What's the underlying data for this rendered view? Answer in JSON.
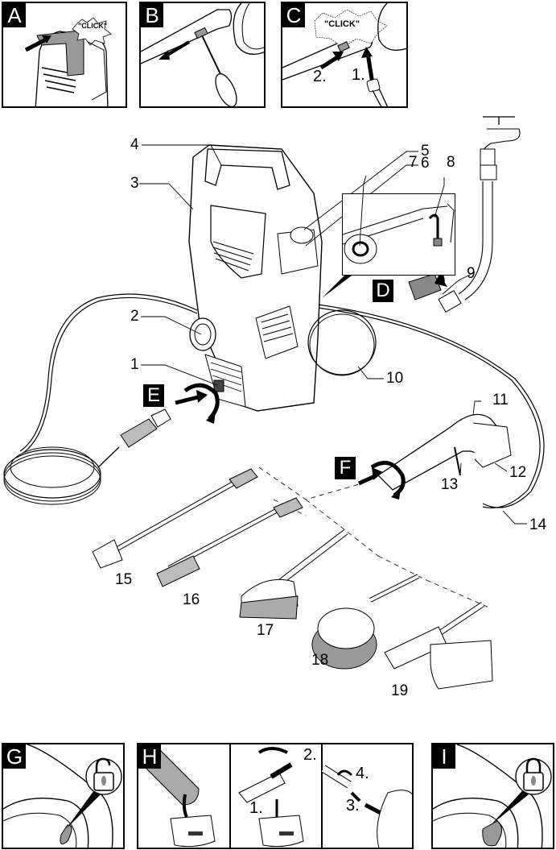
{
  "figure": {
    "top_panels": [
      {
        "id": "A",
        "caption": "\"CLICK\""
      },
      {
        "id": "B",
        "caption": ""
      },
      {
        "id": "C",
        "caption": "\"CLICK\"",
        "steps": [
          "2.",
          "1."
        ]
      }
    ],
    "main_badges": [
      "D",
      "E",
      "F"
    ],
    "callouts": [
      "1",
      "2",
      "3",
      "4",
      "5",
      "6",
      "7",
      "8",
      "9",
      "10",
      "11",
      "12",
      "13",
      "14",
      "15",
      "16",
      "17",
      "18",
      "19"
    ],
    "bottom_panels": [
      {
        "id": "G",
        "icon": "unlocked-padlock-icon"
      },
      {
        "id": "H",
        "steps": [
          "2.",
          "1.",
          "4.",
          "3."
        ]
      },
      {
        "id": "I",
        "icon": "locked-padlock-icon"
      }
    ]
  }
}
